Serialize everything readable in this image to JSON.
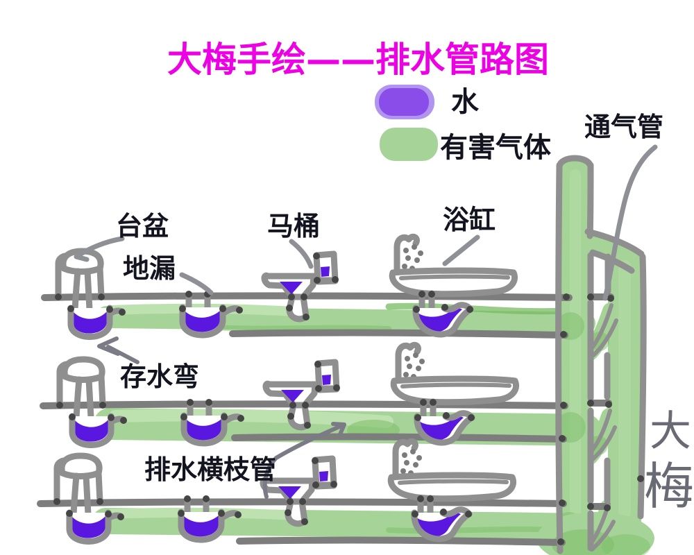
{
  "title": "大梅手绘——排水管路图",
  "legend": {
    "items": [
      {
        "name": "water",
        "label": "水"
      },
      {
        "name": "harmful-gas",
        "label": "有害气体"
      }
    ]
  },
  "labels": {
    "vent_pipe": "通气管",
    "basin": "台盆",
    "floor_drain": "地漏",
    "toilet": "马桶",
    "bathtub": "浴缸",
    "trap": "存水弯",
    "branch_pipe": "排水横枝管"
  },
  "signature": {
    "chars": [
      "大",
      "梅"
    ]
  },
  "colors": {
    "water": "#5a17e0",
    "water-legend": "#8a4de9",
    "water-legend-light": "#b094ef",
    "gas": "#a6d498",
    "gas-dark": "#77bb62",
    "gas-light": "#bde1af",
    "pipe": "#8f8f8f",
    "line": "#7d7d7d",
    "joint": "#454545",
    "leader": "#8f8f96",
    "text": "#141421",
    "title": "#ee00e4",
    "signature": "#6a6a74"
  }
}
